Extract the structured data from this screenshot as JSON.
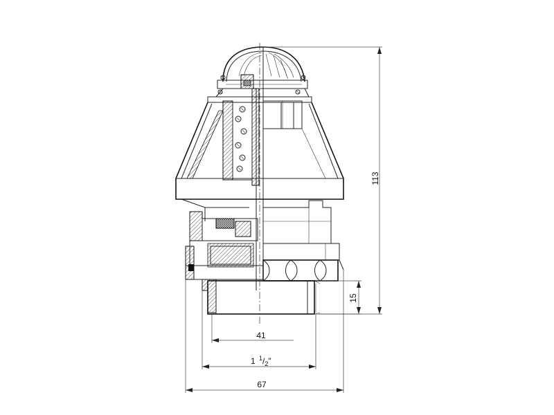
{
  "dimensions": {
    "height_total": "113",
    "thread_length": "15",
    "inner_diameter": "41",
    "thread_size_main": "1 ",
    "thread_size_num": "1",
    "thread_size_slash": "/",
    "thread_size_den": "2",
    "thread_size_inch": "\"",
    "overall_width": "67"
  }
}
